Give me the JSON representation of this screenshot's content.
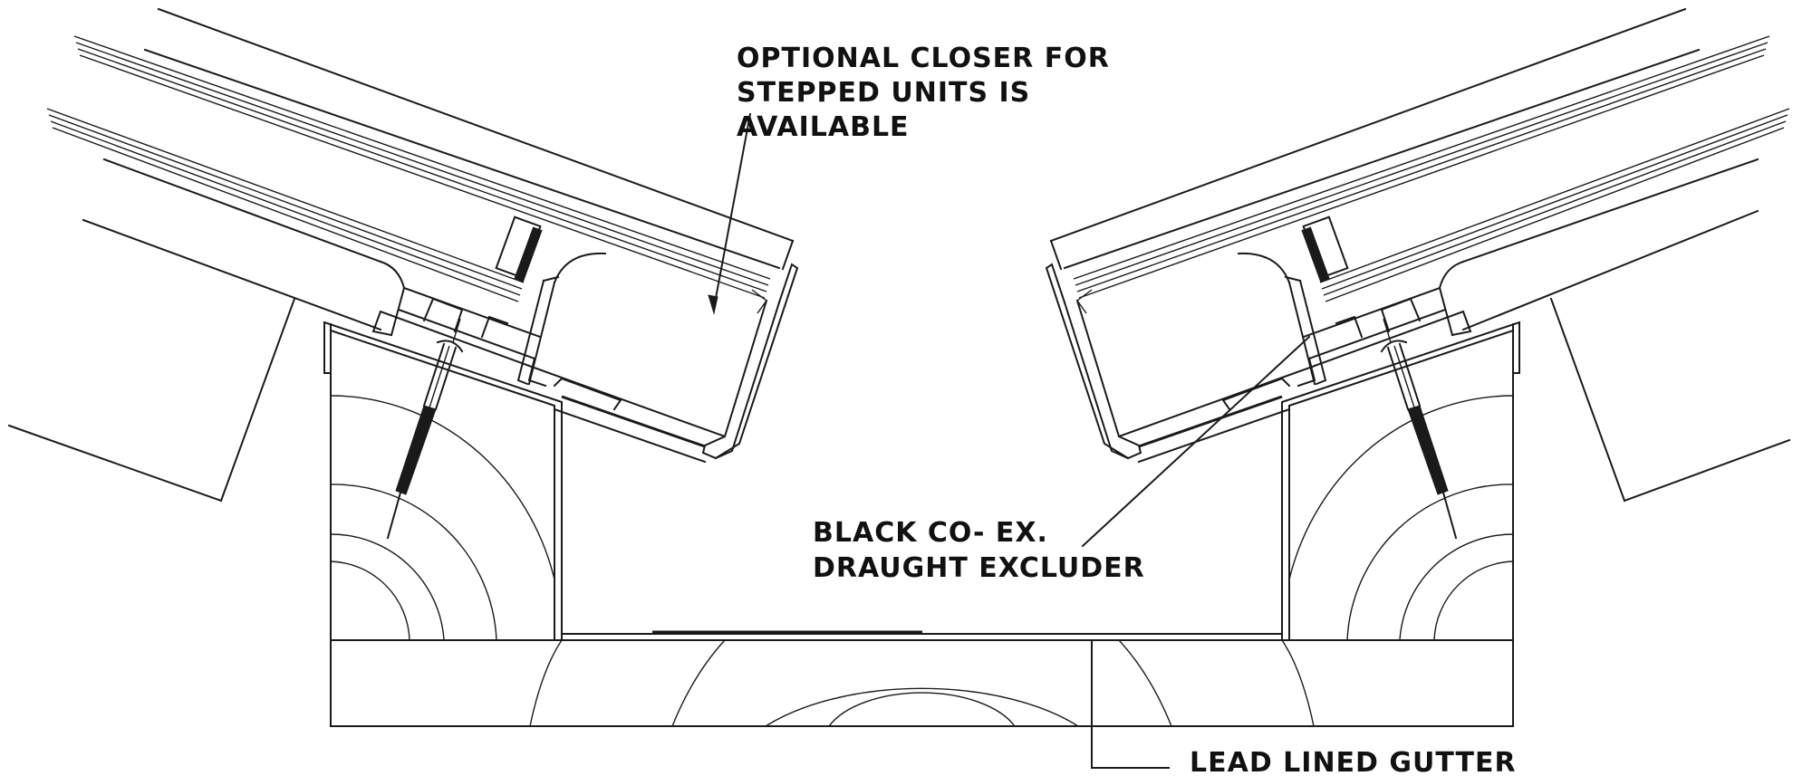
{
  "labels": {
    "closer_line1": "OPTIONAL CLOSER FOR",
    "closer_line2": "STEPPED UNITS IS",
    "closer_line3": "AVAILABLE",
    "excluder_line1": "BLACK CO- EX.",
    "excluder_line2": "DRAUGHT EXCLUDER",
    "gutter": "LEAD LINED GUTTER"
  },
  "colors": {
    "line": "#1a1a1a",
    "background": "#ffffff"
  }
}
